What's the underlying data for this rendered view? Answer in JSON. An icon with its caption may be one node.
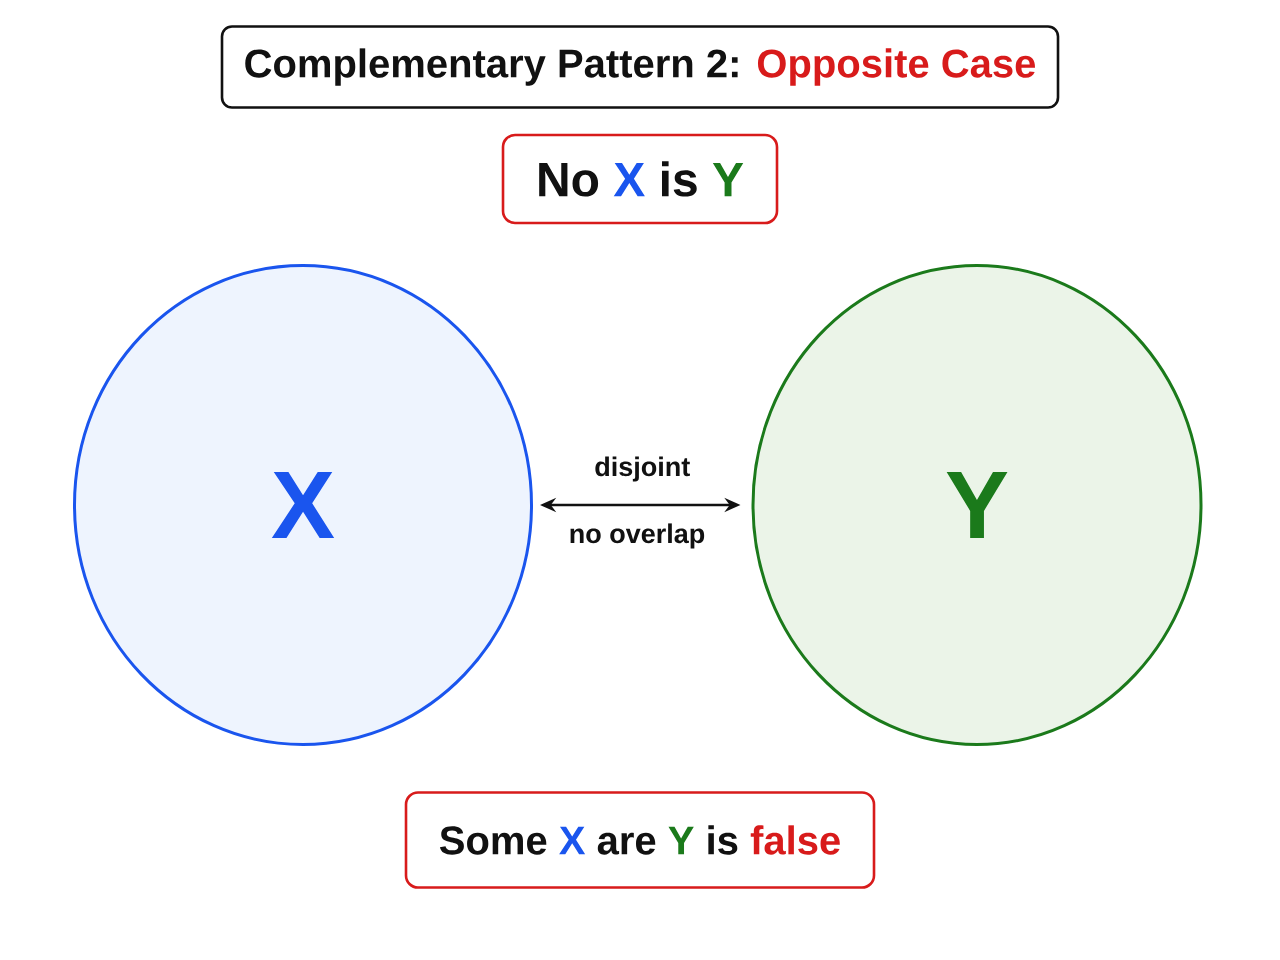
{
  "diagram": {
    "title": "Complementary Pattern 2: Opposite Case",
    "nodes": [
      {
        "text": [
          "No X is Y"
        ]
      },
      {
        "text": [
          "X"
        ]
      },
      {
        "text": [
          "Y"
        ]
      },
      {
        "text": [
          "Some X are Y is false"
        ]
      }
    ],
    "edges": [
      {
        "from": 1,
        "to": 2,
        "arrow": "both",
        "label": "disjoint"
      }
    ],
    "labels": [
      "no overlap"
    ]
  }
}
